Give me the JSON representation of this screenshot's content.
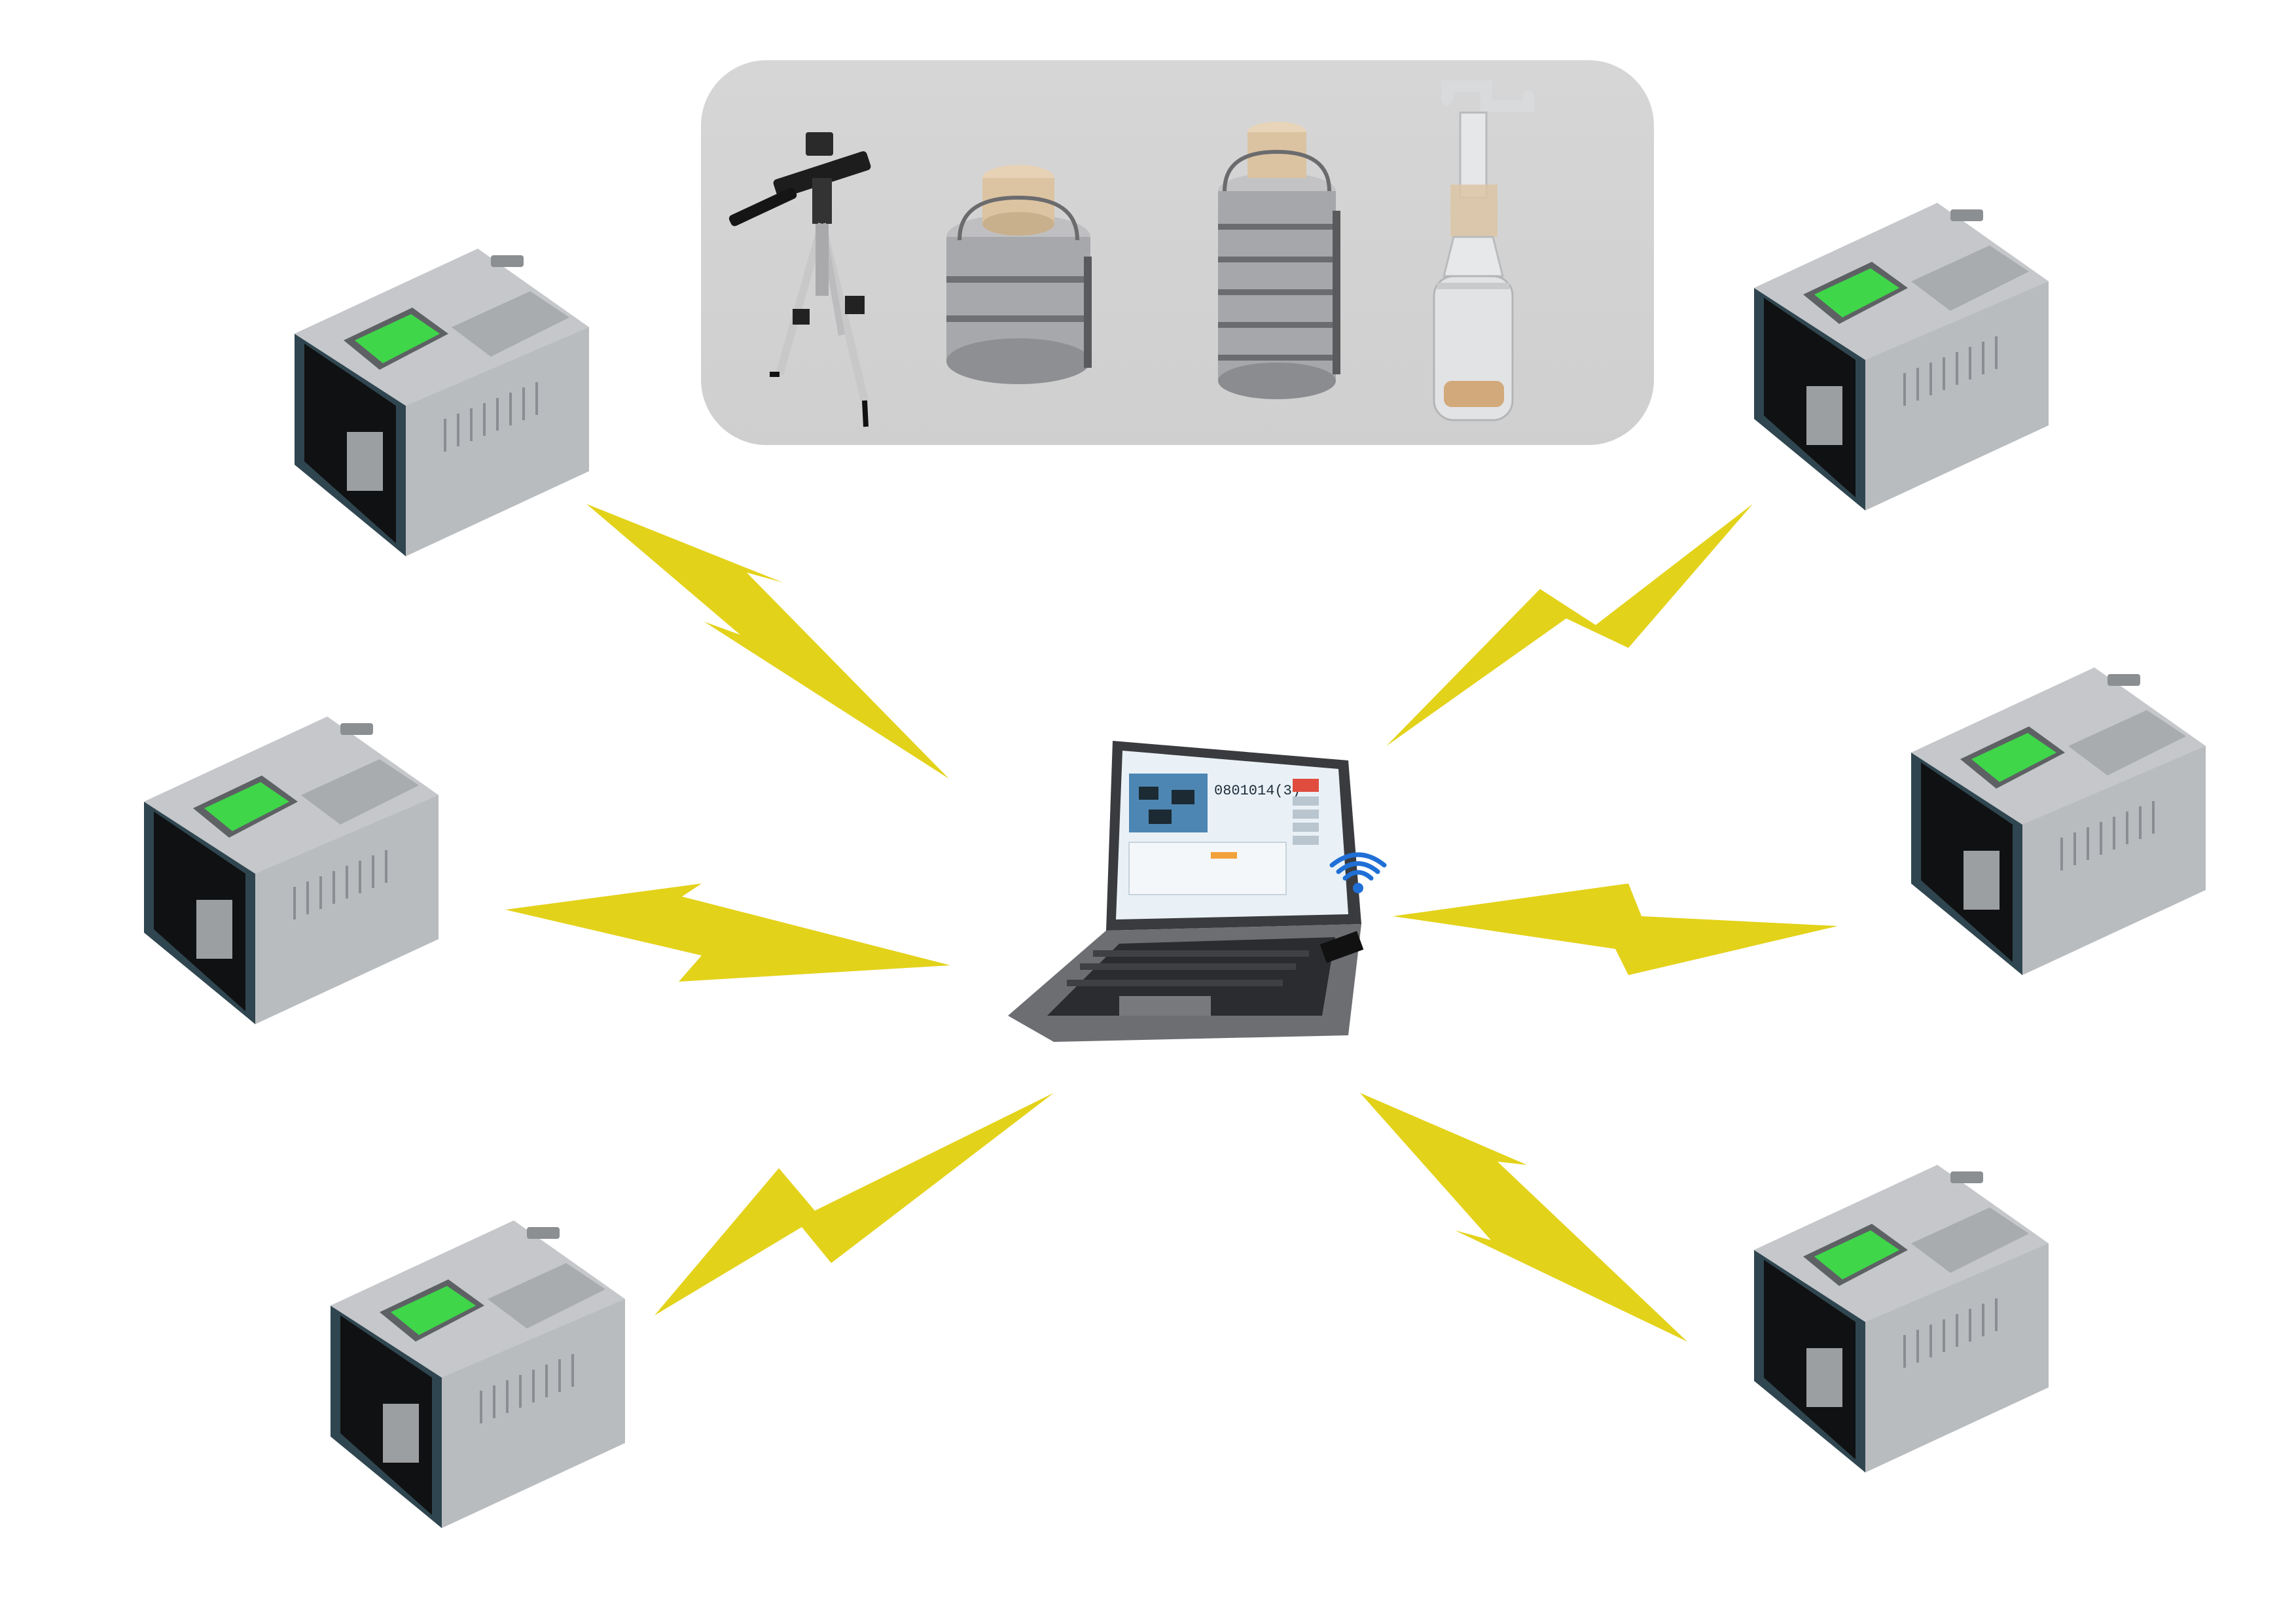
{
  "accessories": {
    "items": [
      {
        "name": "tripod-icon"
      },
      {
        "name": "filter-holder-small-icon"
      },
      {
        "name": "filter-holder-stacked-icon"
      },
      {
        "name": "impinger-bottle-icon"
      }
    ]
  },
  "laptop": {
    "screen_code": "0801014(3)"
  },
  "colors": {
    "bolt": "#e3d21a",
    "device_body": "#b9bcbf",
    "device_frame": "#2f4650",
    "screen": "#3fd64a",
    "wifi": "#1f6fd6"
  },
  "samplers": [
    {
      "id": "sampler-top-left"
    },
    {
      "id": "sampler-mid-left"
    },
    {
      "id": "sampler-bottom-left"
    },
    {
      "id": "sampler-top-right"
    },
    {
      "id": "sampler-mid-right"
    },
    {
      "id": "sampler-bottom-right"
    }
  ]
}
